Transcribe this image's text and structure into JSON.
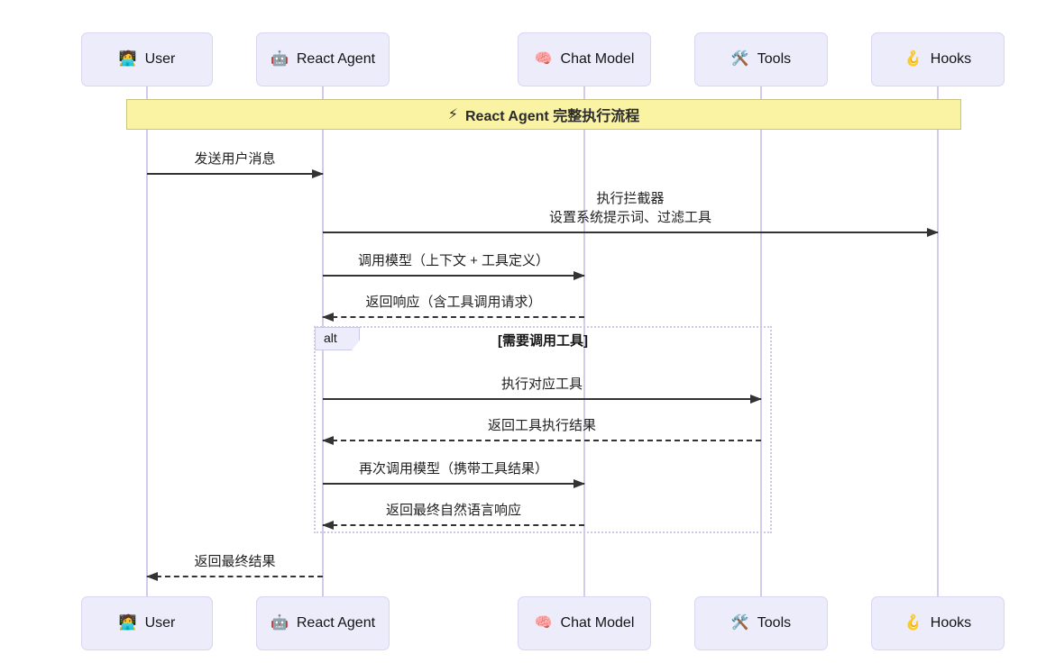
{
  "diagram": {
    "banner": {
      "icon": "⚡",
      "title": "React Agent 完整执行流程"
    },
    "actors": [
      {
        "label": "User",
        "icon": "🧑‍💻",
        "icon_name": "user-icon"
      },
      {
        "label": "React Agent",
        "icon": "🤖",
        "icon_name": "robot-icon"
      },
      {
        "label": "Chat Model",
        "icon": "🧠",
        "icon_name": "brain-icon"
      },
      {
        "label": "Tools",
        "icon": "🛠️",
        "icon_name": "tools-icon"
      },
      {
        "label": "Hooks",
        "icon": "🪝",
        "icon_name": "hook-icon"
      }
    ],
    "messages": [
      {
        "from": "User",
        "to": "React Agent",
        "style": "solid",
        "lines": [
          "发送用户消息"
        ]
      },
      {
        "from": "React Agent",
        "to": "Hooks",
        "style": "solid",
        "lines": [
          "执行拦截器",
          "设置系统提示词、过滤工具"
        ]
      },
      {
        "from": "React Agent",
        "to": "Chat Model",
        "style": "solid",
        "lines": [
          "调用模型（上下文 + 工具定义）"
        ]
      },
      {
        "from": "Chat Model",
        "to": "React Agent",
        "style": "dashed",
        "lines": [
          "返回响应（含工具调用请求）"
        ]
      },
      {
        "from": "React Agent",
        "to": "Tools",
        "style": "solid",
        "lines": [
          "执行对应工具"
        ]
      },
      {
        "from": "Tools",
        "to": "React Agent",
        "style": "dashed",
        "lines": [
          "返回工具执行结果"
        ]
      },
      {
        "from": "React Agent",
        "to": "Chat Model",
        "style": "solid",
        "lines": [
          "再次调用模型（携带工具结果）"
        ]
      },
      {
        "from": "Chat Model",
        "to": "React Agent",
        "style": "dashed",
        "lines": [
          "返回最终自然语言响应"
        ]
      },
      {
        "from": "React Agent",
        "to": "User",
        "style": "dashed",
        "lines": [
          "返回最终结果"
        ]
      }
    ],
    "alt_block": {
      "label": "alt",
      "condition": "[需要调用工具]"
    },
    "colors": {
      "actor_fill": "#ECECFB",
      "actor_border": "#D9D5F3",
      "lifeline": "#D2CBEE",
      "banner_fill": "#F9F3A3",
      "banner_border": "#C9C37C",
      "alt_border": "#CCC8EA",
      "arrow": "#333333"
    }
  }
}
